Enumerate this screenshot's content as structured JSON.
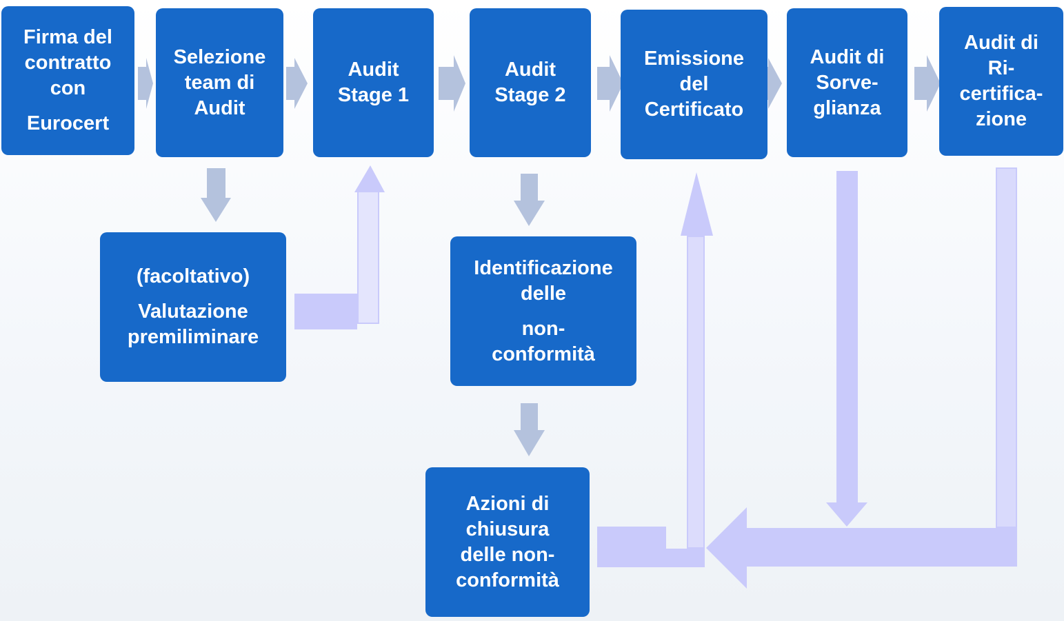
{
  "colors": {
    "box_fill": "#1769c9",
    "box_text": "#ffffff",
    "grey_arrow": "#b4c2dd",
    "lavender_arrow": "#c9cafb"
  },
  "boxes": {
    "firma": {
      "lines": [
        "Firma del",
        "contratto",
        "con",
        "Eurocert"
      ]
    },
    "selezione": {
      "lines": [
        "Selezione",
        "team di",
        "Audit"
      ]
    },
    "stage1": {
      "lines": [
        "Audit",
        "Stage 1"
      ]
    },
    "stage2": {
      "lines": [
        "Audit",
        "Stage 2"
      ]
    },
    "emissione": {
      "lines": [
        "Emissione",
        "del",
        "Certificato"
      ]
    },
    "sorveglianza": {
      "lines": [
        "Audit di",
        "Sorve-",
        "glianza"
      ]
    },
    "ricertificazione": {
      "lines": [
        "Audit di",
        "Ri-",
        "certifica-",
        "zione"
      ]
    },
    "valutazione": {
      "lines": [
        "(facoltativo)",
        "Valutazione",
        "premiliminare"
      ]
    },
    "identificazione": {
      "lines": [
        "Identificazione",
        "delle",
        "non-",
        "conformità"
      ]
    },
    "azioni": {
      "lines": [
        "Azioni di",
        "chiusura",
        "delle non-",
        "conformità"
      ]
    }
  }
}
